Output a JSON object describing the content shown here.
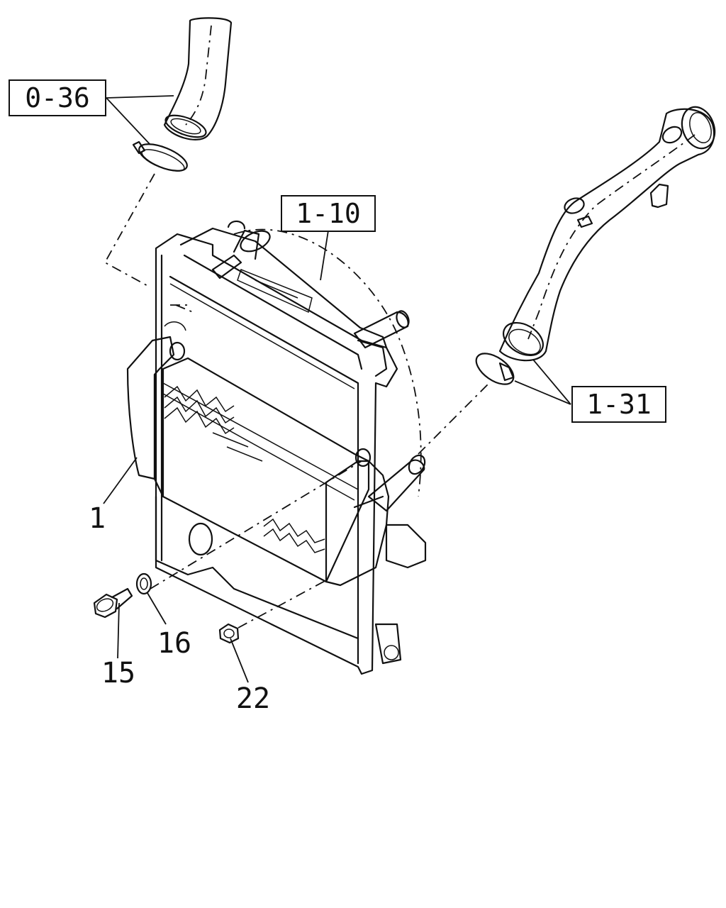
{
  "refs": {
    "ref_0_36": "0-36",
    "ref_1_10": "1-10",
    "ref_1_31": "1-31"
  },
  "callouts": {
    "c1": "1",
    "c15": "15",
    "c16": "16",
    "c22": "22"
  }
}
